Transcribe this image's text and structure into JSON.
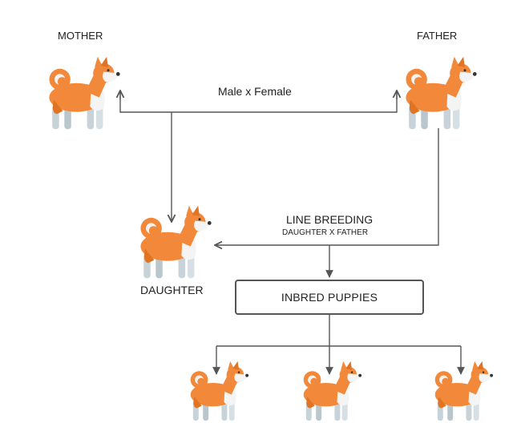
{
  "labels": {
    "mother": "MOTHER",
    "father": "FATHER",
    "cross": "Male x Female",
    "daughter": "DAUGHTER",
    "line_breeding": "LINE BREEDING",
    "line_breeding_sub": "DAUGHTER X FATHER",
    "inbred": "INBRED PUPPIES"
  },
  "colors": {
    "fur": "#f2893a",
    "fur_dark": "#e07424",
    "white": "#f4f4f4",
    "leg_grey": "#c7d3d8",
    "line": "#555555"
  },
  "icons": {
    "dog": "shiba-inu-dog-icon"
  }
}
